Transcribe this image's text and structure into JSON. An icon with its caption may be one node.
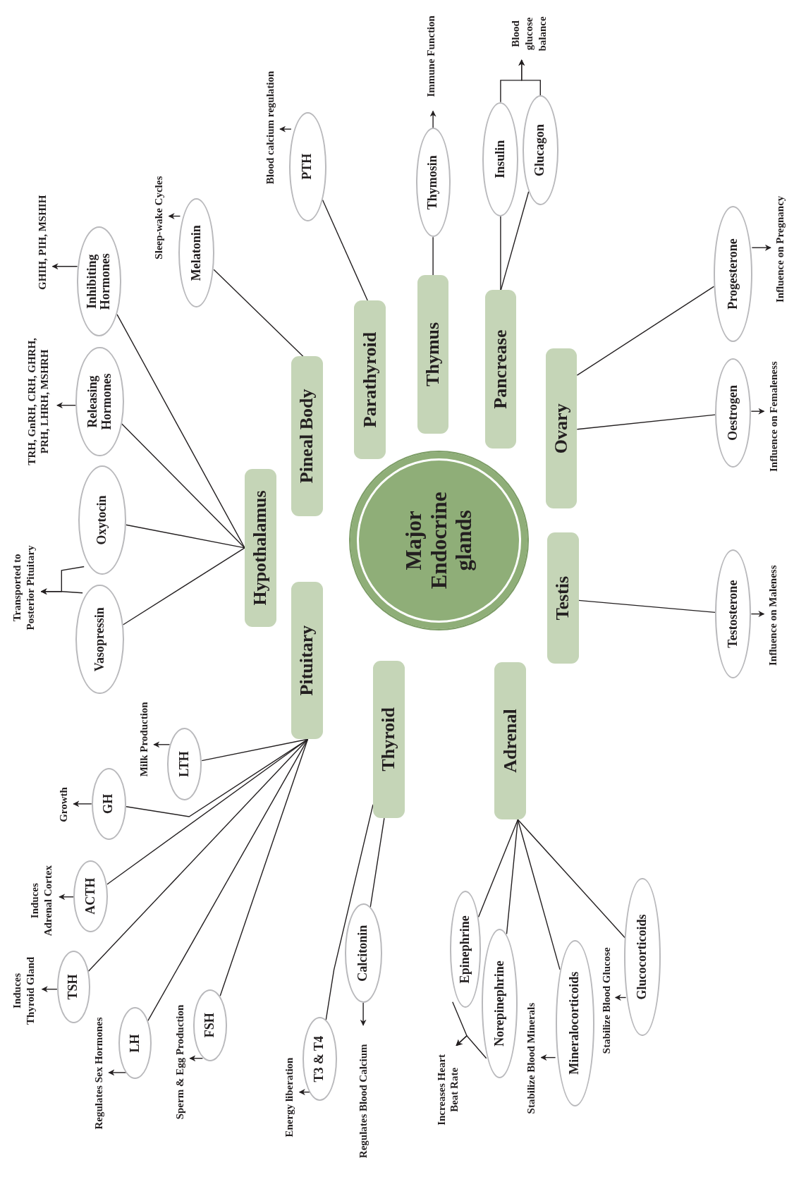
{
  "diagram": {
    "nodes": [
      {
        "text": [
          "Major Endocrine glands"
        ]
      },
      {
        "text": [
          "Hypothalamus"
        ]
      },
      {
        "text": [
          "Pituitary"
        ]
      },
      {
        "text": [
          "Pineal Body"
        ]
      },
      {
        "text": [
          "Parathyroid"
        ]
      },
      {
        "text": [
          "Thymus"
        ]
      },
      {
        "text": [
          "Pancrease"
        ]
      },
      {
        "text": [
          "Ovary"
        ]
      },
      {
        "text": [
          "Testis"
        ]
      },
      {
        "text": [
          "Thyroid"
        ]
      },
      {
        "text": [
          "Adrenal"
        ]
      },
      {
        "text": [
          "Vasopressin"
        ]
      },
      {
        "text": [
          "Oxytocin"
        ]
      },
      {
        "text": [
          "Releasing Hormones"
        ]
      },
      {
        "text": [
          "Inhibiting Hormones"
        ]
      },
      {
        "text": [
          "Melatonin"
        ]
      },
      {
        "text": [
          "PTH"
        ]
      },
      {
        "text": [
          "Thymosin"
        ]
      },
      {
        "text": [
          "Insulin"
        ]
      },
      {
        "text": [
          "Glucagon"
        ]
      },
      {
        "text": [
          "Progesterone"
        ]
      },
      {
        "text": [
          "Oestrogen"
        ]
      },
      {
        "text": [
          "Testosterone"
        ]
      },
      {
        "text": [
          "LTH"
        ]
      },
      {
        "text": [
          "GH"
        ]
      },
      {
        "text": [
          "ACTH"
        ]
      },
      {
        "text": [
          "TSH"
        ]
      },
      {
        "text": [
          "LH"
        ]
      },
      {
        "text": [
          "FSH"
        ]
      },
      {
        "text": [
          "T3 & T4"
        ]
      },
      {
        "text": [
          "Calcitonin"
        ]
      },
      {
        "text": [
          "Epinephrine"
        ]
      },
      {
        "text": [
          "Norepinephrine"
        ]
      },
      {
        "text": [
          "Mineralocorticoids"
        ]
      },
      {
        "text": [
          "Glucocorticoids"
        ]
      },
      {
        "text": [
          "Transported to Posterior Pituitary"
        ]
      },
      {
        "text": [
          "TRH, GnRH, CRH, GHRH, PRH, LHRH, MSHRH"
        ]
      },
      {
        "text": [
          "GHIH, PIH, MSHIH"
        ]
      },
      {
        "text": [
          "Sleep-wake Cycles"
        ]
      },
      {
        "text": [
          "Blood calcium regulation"
        ]
      },
      {
        "text": [
          "Immune Function"
        ]
      },
      {
        "text": [
          "Blood glucose balance"
        ]
      },
      {
        "text": [
          "Influence on Pregnancy"
        ]
      },
      {
        "text": [
          "Influence on Femaleness"
        ]
      },
      {
        "text": [
          "Influence on Maleness"
        ]
      },
      {
        "text": [
          "Milk Production"
        ]
      },
      {
        "text": [
          "Growth"
        ]
      },
      {
        "text": [
          "Induces Adrenal Cortex"
        ]
      },
      {
        "text": [
          "Induces Thyroid Gland"
        ]
      },
      {
        "text": [
          "Regulates Sex Hormones"
        ]
      },
      {
        "text": [
          "Sperm & Egg Production"
        ]
      },
      {
        "text": [
          "Energy liberation"
        ]
      },
      {
        "text": [
          "Regulates Blood Calcium"
        ]
      },
      {
        "text": [
          "Increases Heart Beat Rate"
        ]
      },
      {
        "text": [
          "Stabilize Blood Minerals"
        ]
      },
      {
        "text": [
          "Stabilize Blood Glucose"
        ]
      }
    ],
    "edges": [
      {
        "from": 1,
        "to": 11,
        "arrow": "none"
      },
      {
        "from": 1,
        "to": 12,
        "arrow": "none"
      },
      {
        "from": 1,
        "to": 13,
        "arrow": "none"
      },
      {
        "from": 1,
        "to": 14,
        "arrow": "none"
      },
      {
        "from": 3,
        "to": 15,
        "arrow": "none"
      },
      {
        "from": 4,
        "to": 16,
        "arrow": "none"
      },
      {
        "from": 5,
        "to": 17,
        "arrow": "none"
      },
      {
        "from": 6,
        "to": 18,
        "arrow": "none"
      },
      {
        "from": 6,
        "to": 19,
        "arrow": "none"
      },
      {
        "from": 7,
        "to": 20,
        "arrow": "none"
      },
      {
        "from": 7,
        "to": 21,
        "arrow": "none"
      },
      {
        "from": 8,
        "to": 22,
        "arrow": "none"
      },
      {
        "from": 2,
        "to": 23,
        "arrow": "none"
      },
      {
        "from": 2,
        "to": 24,
        "arrow": "none"
      },
      {
        "from": 2,
        "to": 25,
        "arrow": "none"
      },
      {
        "from": 2,
        "to": 26,
        "arrow": "none"
      },
      {
        "from": 2,
        "to": 27,
        "arrow": "none"
      },
      {
        "from": 2,
        "to": 28,
        "arrow": "none"
      },
      {
        "from": 9,
        "to": 29,
        "arrow": "none"
      },
      {
        "from": 9,
        "to": 30,
        "arrow": "none"
      },
      {
        "from": 10,
        "to": 31,
        "arrow": "none"
      },
      {
        "from": 10,
        "to": 32,
        "arrow": "none"
      },
      {
        "from": 10,
        "to": 33,
        "arrow": "none"
      },
      {
        "from": 10,
        "to": 34,
        "arrow": "none"
      },
      {
        "from": 11,
        "to": 35,
        "arrow": "to"
      },
      {
        "from": 12,
        "to": 35,
        "arrow": "to"
      },
      {
        "from": 13,
        "to": 36,
        "arrow": "to"
      },
      {
        "from": 14,
        "to": 37,
        "arrow": "to"
      },
      {
        "from": 15,
        "to": 38,
        "arrow": "to"
      },
      {
        "from": 16,
        "to": 39,
        "arrow": "to"
      },
      {
        "from": 17,
        "to": 40,
        "arrow": "to"
      },
      {
        "from": 18,
        "to": 41,
        "arrow": "to"
      },
      {
        "from": 19,
        "to": 41,
        "arrow": "to"
      },
      {
        "from": 20,
        "to": 42,
        "arrow": "to"
      },
      {
        "from": 21,
        "to": 43,
        "arrow": "to"
      },
      {
        "from": 22,
        "to": 44,
        "arrow": "to"
      },
      {
        "from": 23,
        "to": 45,
        "arrow": "to"
      },
      {
        "from": 24,
        "to": 46,
        "arrow": "to"
      },
      {
        "from": 25,
        "to": 47,
        "arrow": "to"
      },
      {
        "from": 26,
        "to": 48,
        "arrow": "to"
      },
      {
        "from": 27,
        "to": 49,
        "arrow": "to"
      },
      {
        "from": 28,
        "to": 50,
        "arrow": "to"
      },
      {
        "from": 29,
        "to": 51,
        "arrow": "to"
      },
      {
        "from": 30,
        "to": 52,
        "arrow": "to"
      },
      {
        "from": 31,
        "to": 53,
        "arrow": "to"
      },
      {
        "from": 32,
        "to": 53,
        "arrow": "to"
      },
      {
        "from": 33,
        "to": 54,
        "arrow": "to"
      },
      {
        "from": 34,
        "to": 55,
        "arrow": "to"
      }
    ]
  }
}
